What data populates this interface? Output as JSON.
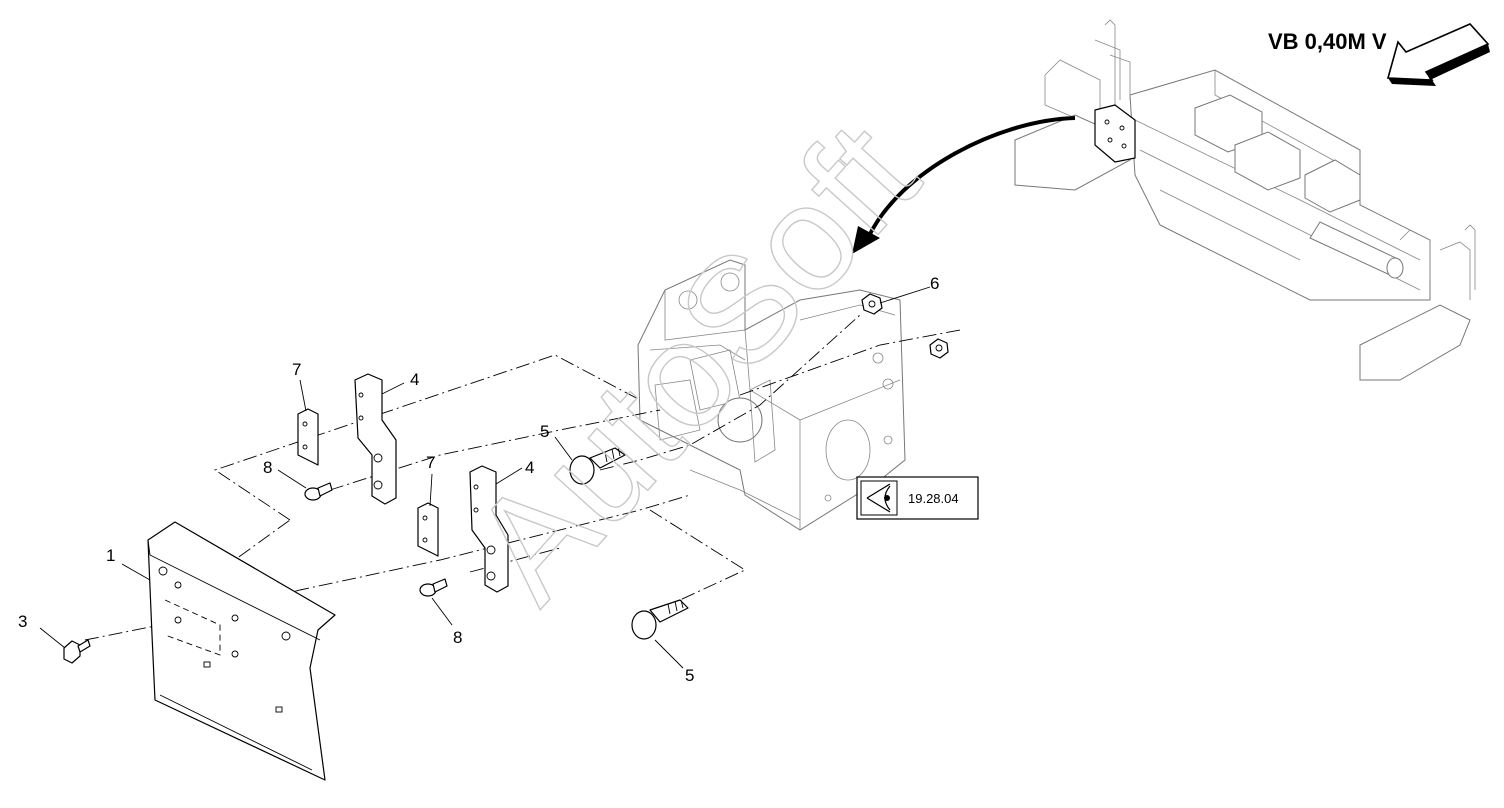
{
  "title": "VB 0,40M V",
  "reference": {
    "code": "19.28.04",
    "icon": "eye-view-icon"
  },
  "watermark": "AutoSoft",
  "callouts": {
    "c1": "1",
    "c3": "3",
    "c4a": "4",
    "c4b": "4",
    "c5a": "5",
    "c5b": "5",
    "c6": "6",
    "c7a": "7",
    "c7b": "7",
    "c8a": "8",
    "c8b": "8"
  },
  "colors": {
    "line": "#000000",
    "detail_line": "#777777",
    "watermark": "#c8c8c8",
    "background": "#ffffff"
  }
}
